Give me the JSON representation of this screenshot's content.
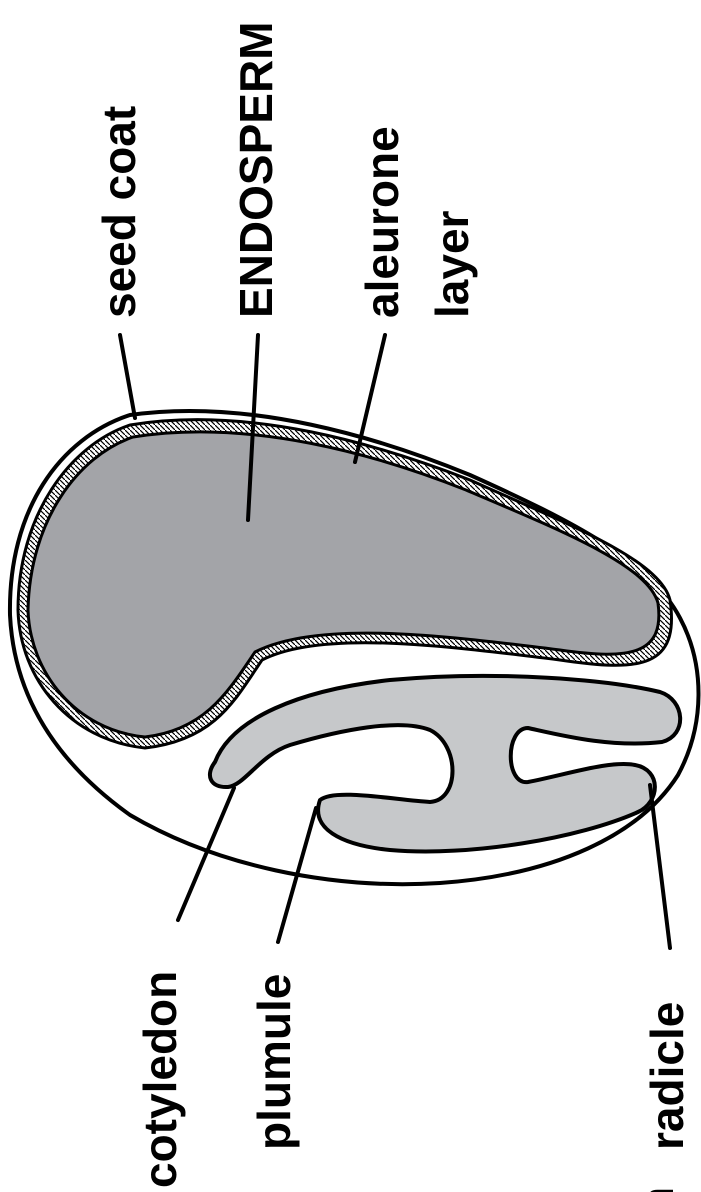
{
  "labels": {
    "seed_coat": "seed coat",
    "endosperm": "ENDOSPERM",
    "aleurone_line1": "aleurone",
    "aleurone_line2": "layer",
    "cotyledon": "cotyledon",
    "plumule": "plumule",
    "radicle": "radicle",
    "cut_off_fragment": "n"
  },
  "colors": {
    "background": "#ffffff",
    "outline": "#000000",
    "endosperm_fill": "#a3a4a8",
    "embryo_fill": "#c6c8ca",
    "seed_interior": "#ffffff"
  }
}
